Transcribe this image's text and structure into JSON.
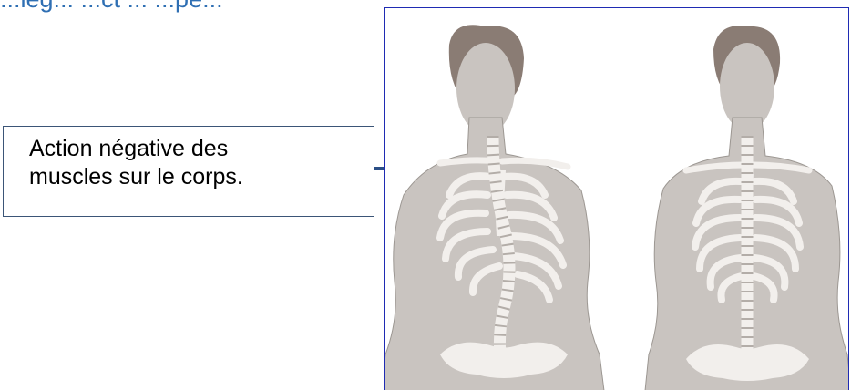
{
  "top_caption": "...leg... ...ct ... ...pe...",
  "callout": {
    "line1": "Action négative des",
    "line2": "muscles sur le corps."
  },
  "colors": {
    "caption_blue": "#2f6fb3",
    "frame_blue": "#1f2bb3",
    "arrow_blue": "#2b4f86",
    "skin_gray": "#c9c4c0",
    "hair_brown": "#8a7c74",
    "bone": "#f2efec"
  },
  "figures": [
    {
      "name": "figure-scoliosis",
      "spine": "curved"
    },
    {
      "name": "figure-normal",
      "spine": "straight"
    }
  ]
}
